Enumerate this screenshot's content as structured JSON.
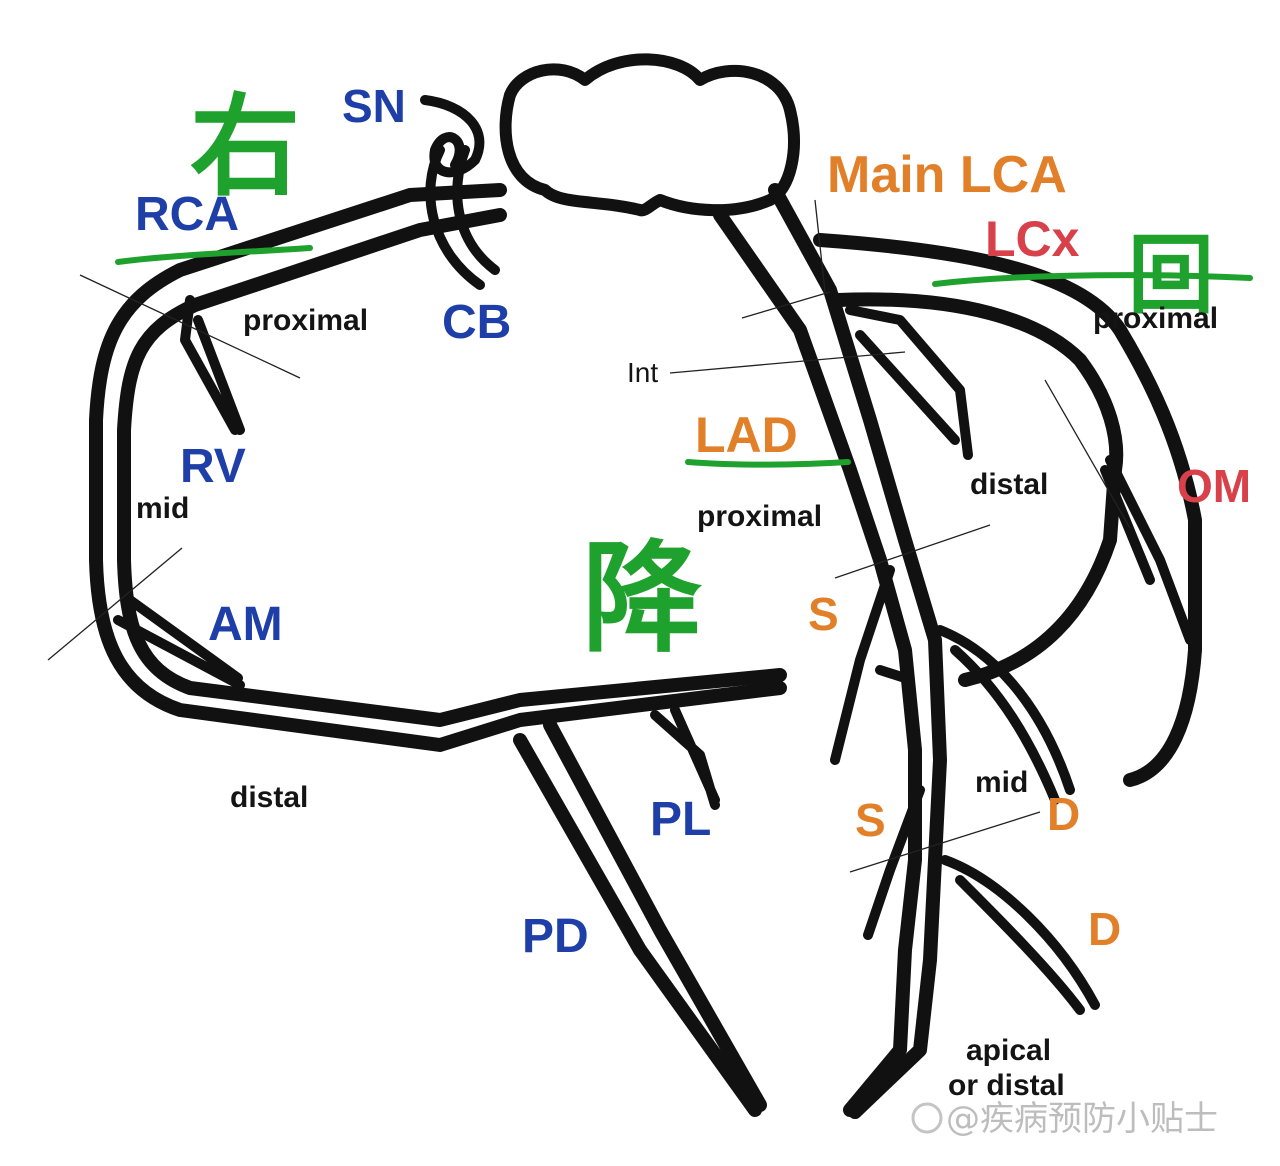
{
  "labels": {
    "sn": "SN",
    "rca": "RCA",
    "cb": "CB",
    "rca_proximal": "proximal",
    "rv": "RV",
    "rca_mid": "mid",
    "am": "AM",
    "rca_distal": "distal",
    "pd": "PD",
    "pl": "PL",
    "main_lca": "Main LCA",
    "lcx": "LCx",
    "lcx_proximal": "proximal",
    "int": "Int",
    "lad": "LAD",
    "lad_proximal": "proximal",
    "lcx_distal": "distal",
    "om": "OM",
    "s1": "S",
    "s2": "S",
    "lad_mid": "mid",
    "d1": "D",
    "d2": "D",
    "apical_line1": "apical",
    "apical_line2": "or distal"
  },
  "annotations": {
    "right_char": "右",
    "descend_char": "降",
    "circum_char": "回"
  },
  "watermark": {
    "text": "@疾病预防小贴士"
  },
  "colors": {
    "blue": "#1f3fa8",
    "orange": "#e2802a",
    "red": "#d8404a",
    "green": "#1fa12e",
    "black": "#141414"
  }
}
